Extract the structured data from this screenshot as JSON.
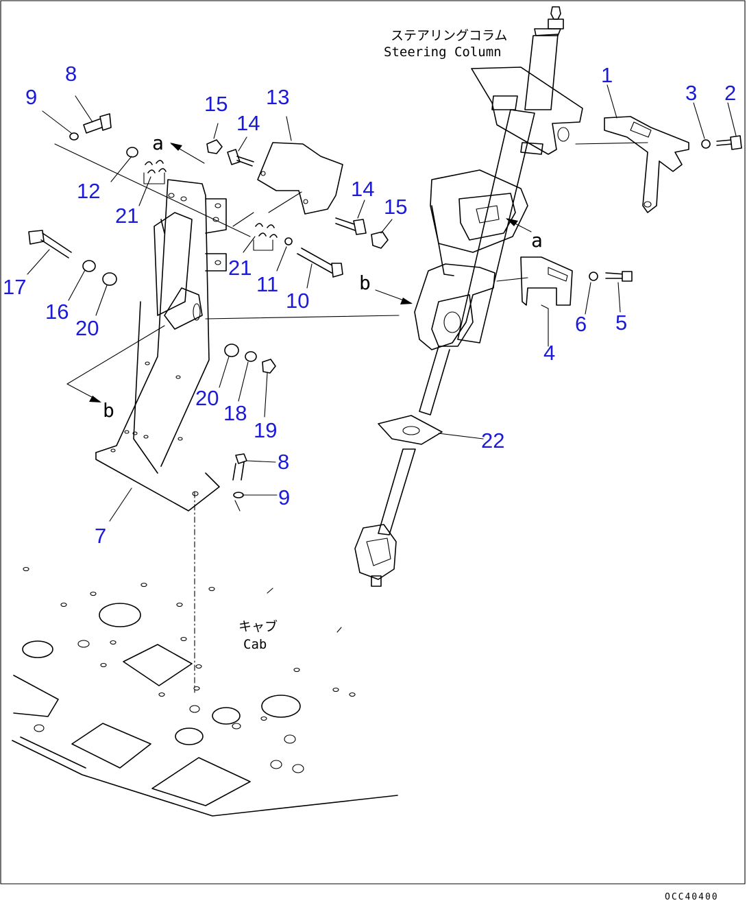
{
  "labels": {
    "steering_column_jp": "ステアリングコラム",
    "steering_column_en": "Steering Column",
    "cab_jp": "キャブ",
    "cab_en": "Cab",
    "view_a": "a",
    "view_b": "b",
    "drawing_code": "OCC40400"
  },
  "callouts": {
    "c1": "1",
    "c2": "2",
    "c3": "3",
    "c4": "4",
    "c5": "5",
    "c6": "6",
    "c7": "7",
    "c8a": "8",
    "c8b": "8",
    "c9a": "9",
    "c9b": "9",
    "c10": "10",
    "c11": "11",
    "c12": "12",
    "c13": "13",
    "c14a": "14",
    "c14b": "14",
    "c15a": "15",
    "c15b": "15",
    "c16": "16",
    "c17": "17",
    "c18": "18",
    "c19": "19",
    "c20a": "20",
    "c20b": "20",
    "c21a": "21",
    "c21b": "21",
    "c22": "22"
  },
  "colors": {
    "callout": "#1a1ad8",
    "line": "#000000",
    "background": "#ffffff"
  }
}
